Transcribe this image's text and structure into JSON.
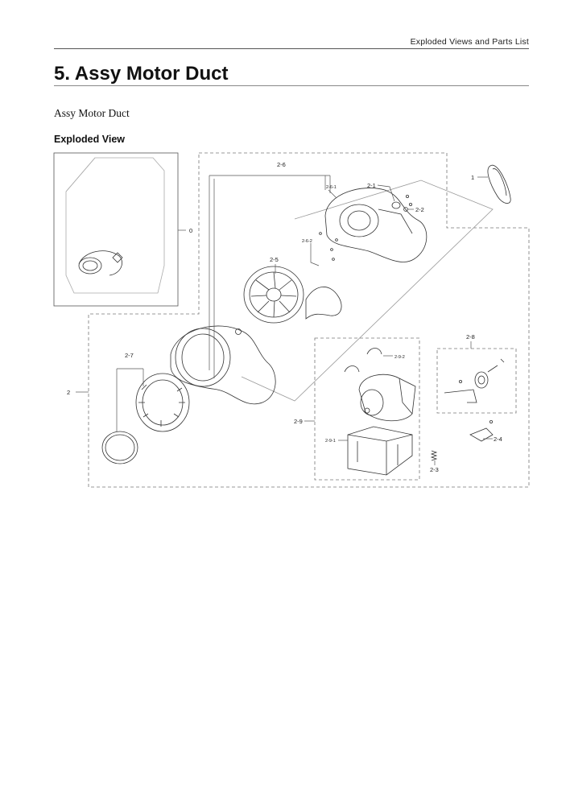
{
  "header": {
    "running_title": "Exploded Views and Parts List"
  },
  "section": {
    "title": "5.  Assy Motor Duct",
    "subtitle": "Assy Motor Duct"
  },
  "exploded_view": {
    "heading": "Exploded View",
    "callouts": {
      "c0": "0",
      "c1": "1",
      "c2": "2",
      "c2_1": "2-1",
      "c2_2": "2-2",
      "c2_3": "2-3",
      "c2_4": "2-4",
      "c2_5": "2-5",
      "c2_6": "2-6",
      "c2_6_1": "2-6-1",
      "c2_6_2": "2-6-2",
      "c2_7": "2-7",
      "c2_8": "2-8",
      "c2_9": "2-9",
      "c2_9_1": "2-9-1",
      "c2_9_2": "2-9-2"
    }
  }
}
